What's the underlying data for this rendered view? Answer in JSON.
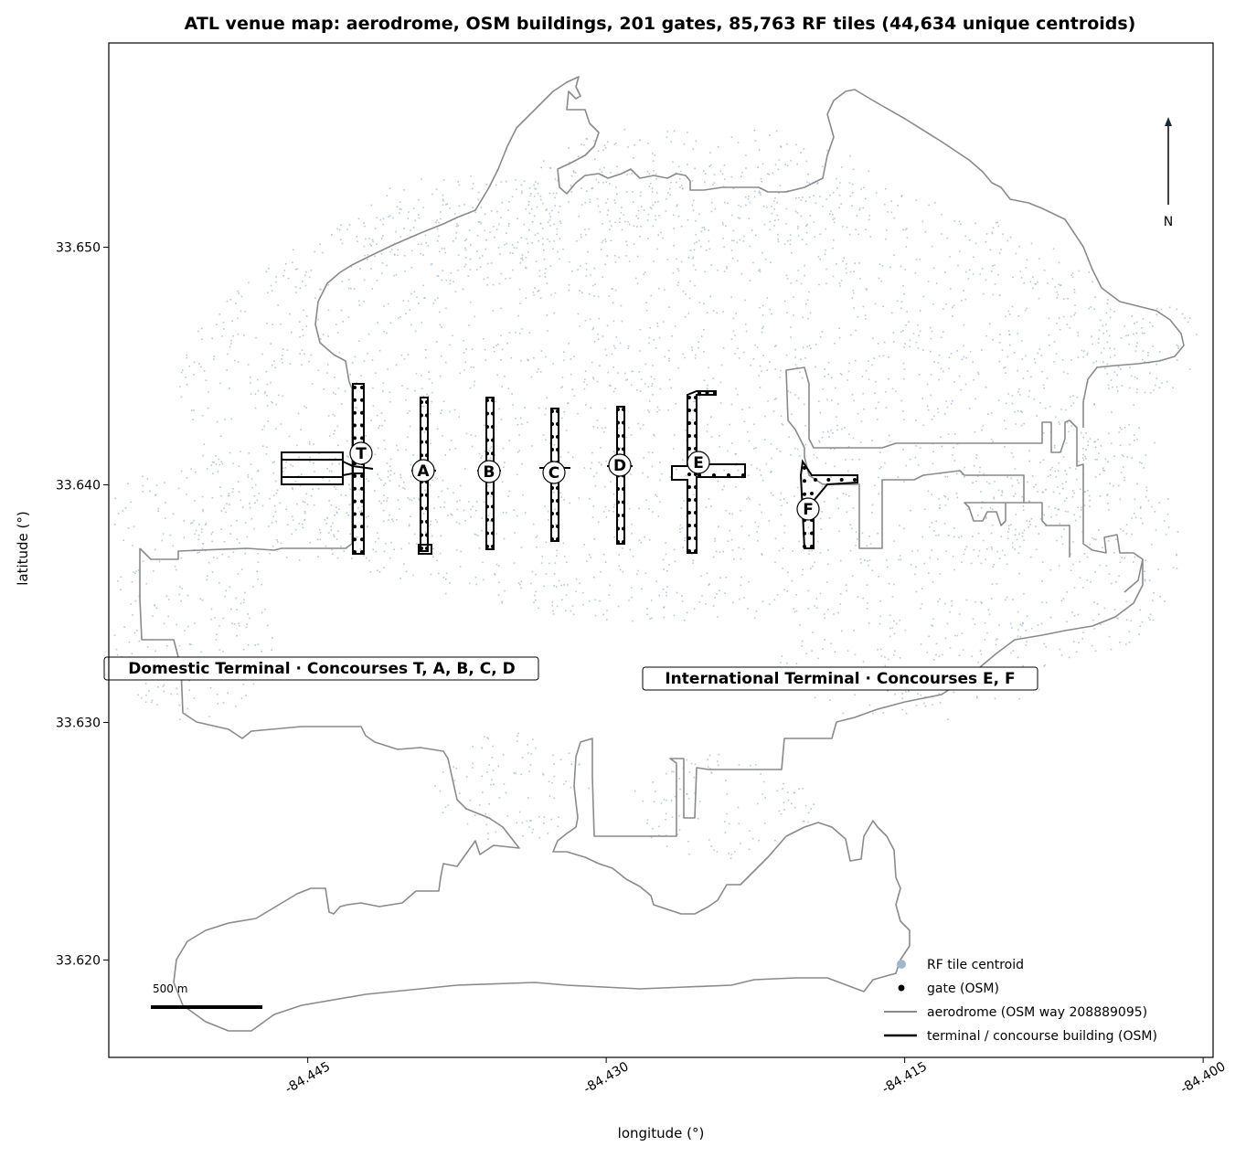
{
  "title": "ATL venue map: aerodrome, OSM buildings, 201 gates, 85,763 RF tiles (44,634 unique centroids)",
  "xlabel": "longitude (°)",
  "ylabel": "latitude (°)",
  "colors": {
    "rf_tile": "#9fb6cc",
    "gate": "#000000",
    "aerodrome": "#8a8a8a",
    "building": "#000000"
  },
  "x_ticks": [
    "-84.445",
    "-84.430",
    "-84.415",
    "-84.400"
  ],
  "y_ticks": [
    "33.650",
    "33.640",
    "33.630",
    "33.620"
  ],
  "x_tick_values": [
    -84.445,
    -84.43,
    -84.415,
    -84.4
  ],
  "y_tick_values": [
    33.65,
    33.64,
    33.63,
    33.62
  ],
  "concourse_labels": [
    "T",
    "A",
    "B",
    "C",
    "D",
    "E",
    "F"
  ],
  "terminal_labels": {
    "domestic": "Domestic Terminal · Concourses T, A, B, C, D",
    "international": "International Terminal · Concourses E, F"
  },
  "north_arrow": "N",
  "scale_bar": "500 m",
  "legend": [
    {
      "label": "RF tile centroid",
      "marker": "dot",
      "color": "#9fb6cc"
    },
    {
      "label": "gate (OSM)",
      "marker": "dot",
      "color": "#000000"
    },
    {
      "label": "aerodrome (OSM way 208889095)",
      "marker": "line",
      "color": "#8a8a8a"
    },
    {
      "label": "terminal / concourse building (OSM)",
      "marker": "line",
      "color": "#000000"
    }
  ],
  "chart_data": {
    "type": "map",
    "xlim": [
      -84.455,
      -84.3995
    ],
    "ylim": [
      33.6159,
      33.6586
    ],
    "grid": false,
    "legend_position": "bottom-right",
    "rf_tile_count": 85763,
    "rf_unique_centroids": 44634,
    "gate_count": 201,
    "concourses": [
      {
        "label": "T",
        "lon": -84.4423,
        "lat": 33.6414
      },
      {
        "label": "A",
        "lon": -84.4391,
        "lat": 33.6407
      },
      {
        "label": "B",
        "lon": -84.4358,
        "lat": 33.6407
      },
      {
        "label": "C",
        "lon": -84.4325,
        "lat": 33.6406
      },
      {
        "label": "D",
        "lon": -84.4292,
        "lat": 33.6409
      },
      {
        "label": "E",
        "lon": -84.4251,
        "lat": 33.641
      },
      {
        "label": "F",
        "lon": -84.4195,
        "lat": 33.639
      }
    ]
  }
}
